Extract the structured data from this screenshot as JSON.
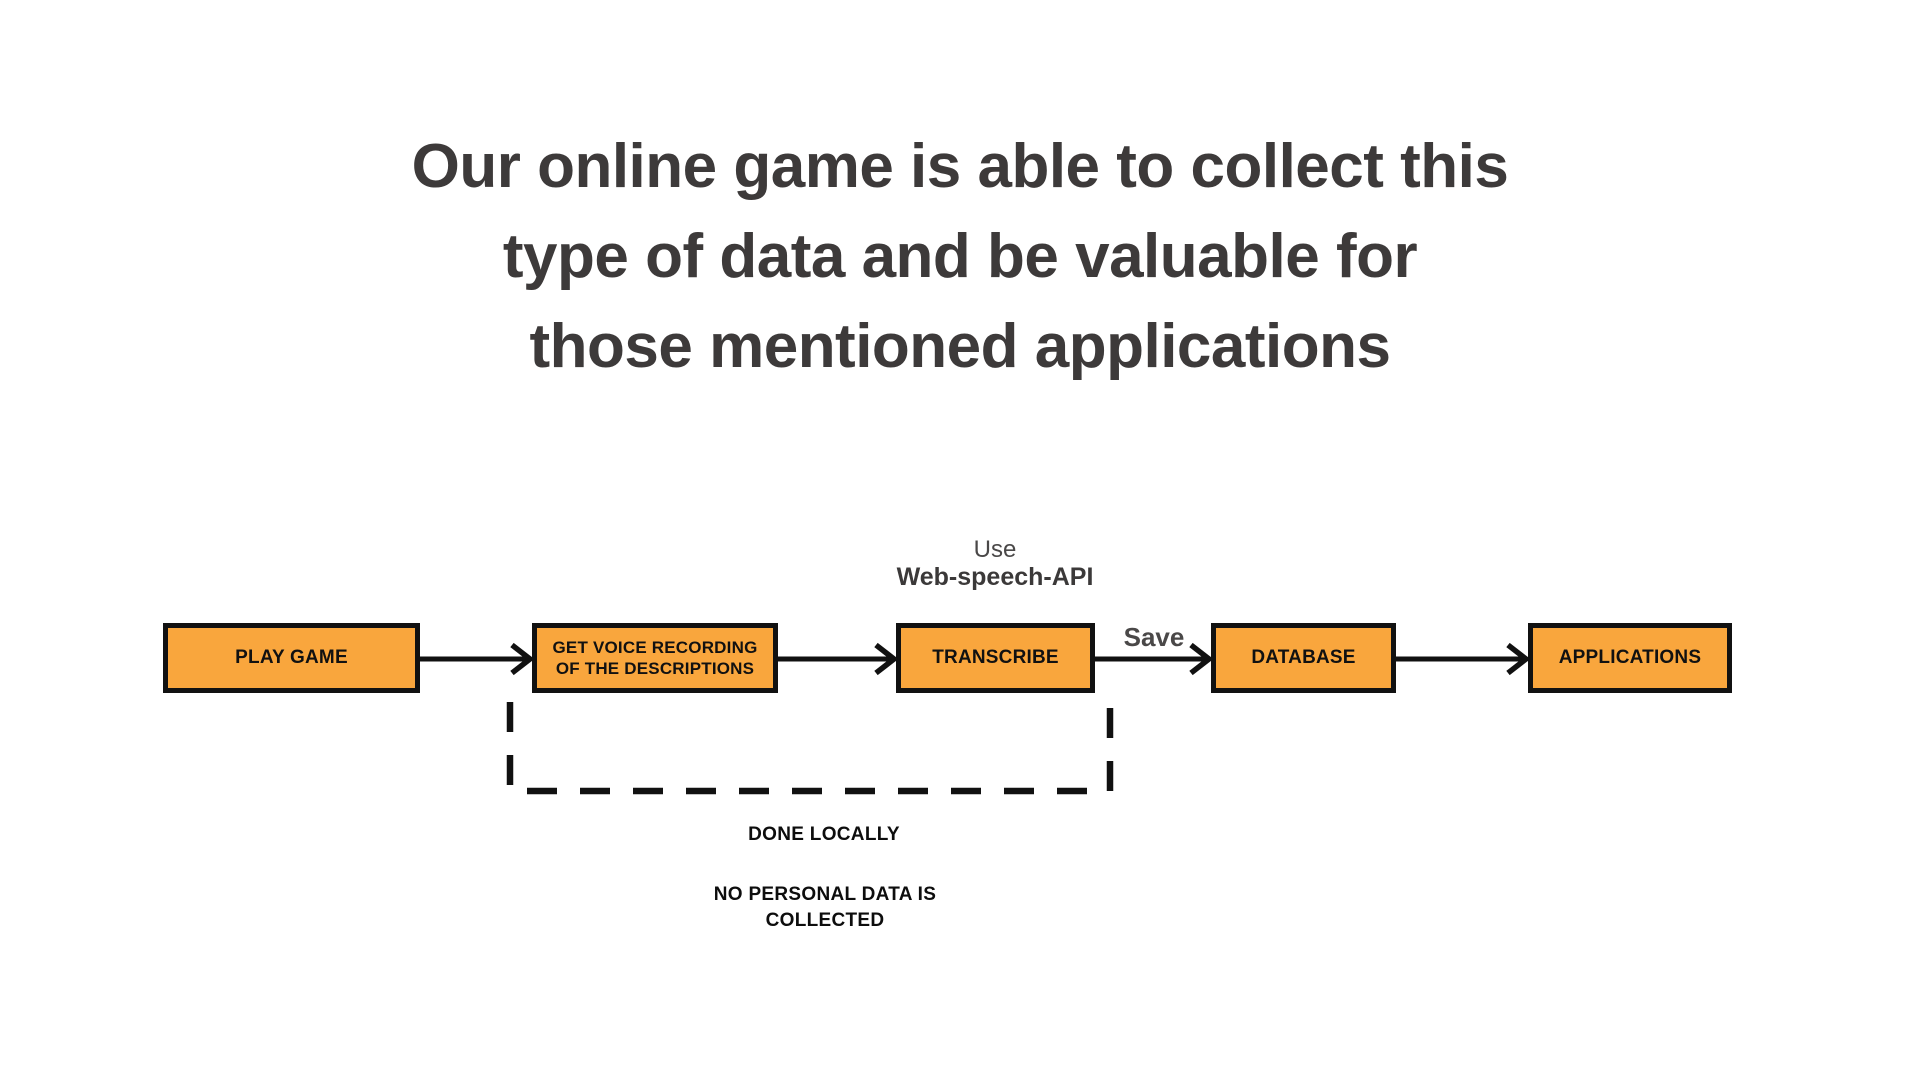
{
  "title": {
    "text": "Our online game is able to collect this\ntype of data and be valuable for\nthose mentioned applications"
  },
  "flow": {
    "nodes": [
      {
        "label": "PLAY GAME"
      },
      {
        "label": "GET  VOICE RECORDING\nOF THE DESCRIPTIONS"
      },
      {
        "label": "TRANSCRIBE"
      },
      {
        "label": "DATABASE"
      },
      {
        "label": "APPLICATIONS"
      }
    ],
    "annotations": {
      "use_line1": "Use",
      "use_line2": "Web-speech-API",
      "save": "Save",
      "done_locally": "DONE LOCALLY",
      "no_personal_data": "NO PERSONAL DATA IS\nCOLLECTED"
    }
  },
  "colors": {
    "node_fill": "#F9A63D",
    "node_border": "#111111",
    "arrow": "#111111",
    "title_text": "#3D3A3A",
    "muted_text": "#4A4848",
    "background": "#FFFFFF"
  }
}
